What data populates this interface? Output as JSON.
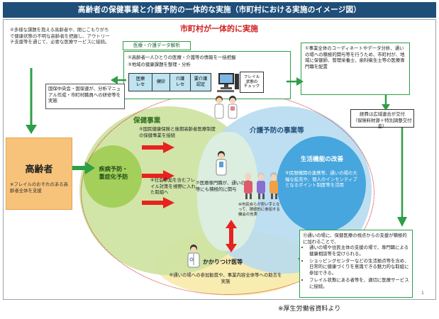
{
  "title": "高齢者の保健事業と介護予防の一体的な実施（市町村における実施のイメージ図）",
  "footer_source": "※厚生労働省資料より",
  "page_number": "1",
  "heading_main": "市町村が一体的に実施",
  "note_top_left": "④多様な課題を抱える高齢者や、閉じこもりがちで健康状態の不明な高齢者を把握し、アウトリーチ支援等を通じて、必要な医療サービスに接続。",
  "data_analysis": {
    "label": "医療・介護データ解析",
    "item_1": "②高齢者一人ひとりの医療・介護等の情報を一括把握",
    "item_2": "③地域の健康課題を整理・分析",
    "chips": [
      "医療\nレセ",
      "健診",
      "介護\nレセ",
      "要介護\n認定",
      "フレイル\n状態の\nチェック"
    ]
  },
  "note_left_mid": "国保中央会・国保連が、分析マニュアル作成・市町村職員への研修等を実施",
  "note_right_top": "①事業全体のコーディネートやデータ分析、通いの場への積極的関与等を行うため、市町村が、地域に保健師、管理栄養士、歯科衛生士等の医療専門職を配置",
  "funding": "経費は広域連合が交付\n（保険料財源＋特別調整交付金）",
  "elderly": {
    "label": "高齢者",
    "note": "※フレイルのおそれのある高齢者全体を支援"
  },
  "health_circle": {
    "label": "保健事業",
    "sub_label": "疾病予防・\n重症化予防",
    "item_5": "⑤国民健康保険と後期高齢者医療制度の保健事業を接続",
    "item_6": "⑥社会参加を含むフレイル対策を視野に入れた取組へ"
  },
  "kaigo_circle": {
    "label": "介護予防の事業等",
    "sub_label": "生活機能の改善",
    "item_9": "⑨民間機関の連携等、通いの場の大幅な拡充や、個人のインセンティブとなるポイント制度等を活用"
  },
  "center": {
    "item_7": "⑦医療専門職が、通いの場等にも積極的に関与",
    "note": "⑩市民自らが担い手となって、積極的に参加する機会の充実"
  },
  "kakaritsuke": {
    "label": "かかりつけ医等",
    "item_8": "⑧通いの場への参加勧奨や、事業内容全体等への助言を実施"
  },
  "right_bottom": {
    "intro": "⑪通いの場に、保健医療の視点からの支援が積極的に加わることで、",
    "bullets": [
      "通いの場や住民主体の支援の場で、専門職による健康相談等を受けられる。",
      "ショッピングセンターなどの生活拠点等を含め、日常的に健康づくりを意識できる魅力的な取組に参加できる。",
      "フレイル状態にある者等を、適切に医療サービスに接続。"
    ]
  },
  "colors": {
    "title_bg": "#1f4e79",
    "accent_red": "#d01f1f",
    "green": "#2e9e47",
    "health_circle": "#cfe4a3",
    "kaigo_circle": "#b7dcf0",
    "life_circle": "#47a6de",
    "kakaritsuke_circle": "#f8ecb0",
    "elderly_box": "#f7c37b"
  },
  "icons": [
    "doctor-icon",
    "nurse-icon",
    "senior-group-icon",
    "computer-icon",
    "arrow-right-icon",
    "double-arrow-icon"
  ]
}
